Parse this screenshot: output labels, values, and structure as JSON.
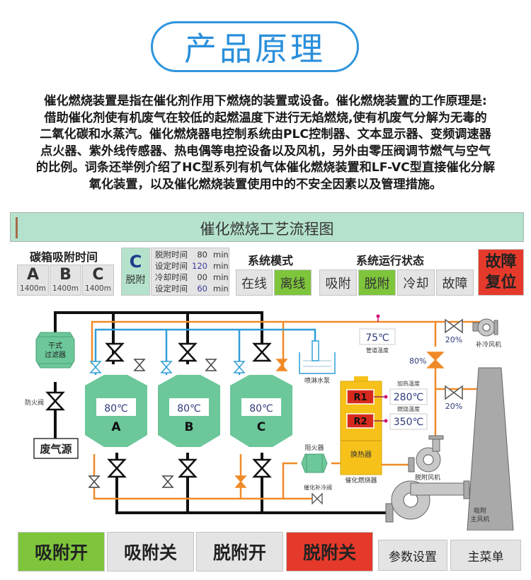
{
  "hero_title": "产品原理",
  "intro_lines": [
    "催化燃烧装置是指在催化剂作用下燃烧的装置或设备。催化燃烧装置的工作原理是:",
    "借助催化剂使有机废气在较低的起燃温度下进行无焰燃烧,使有机废气分解为无毒的",
    "二氧化碳和水蒸汽。催化燃烧器电控制系统由PLC控制器、文本显示器、变频调速器",
    "点火器、紫外线传感器、热电偶等电控设备以及风机，另外由零压阀调节燃气与空气",
    "的比例。词条还举例介绍了HC型系列有机气体催化燃烧装置和LF-VC型直接催化分解",
    "氧化装置，以及催化燃烧装置使用中的不安全因素以及管理措施。"
  ],
  "panel": {
    "title": "催化燃烧工艺流程图",
    "carbon_label": "碳箱吸附时间",
    "carbon_boxes": [
      {
        "name": "A",
        "value": "1400m"
      },
      {
        "name": "B",
        "value": "1400m"
      },
      {
        "name": "C",
        "value": "1400m"
      }
    ],
    "current": {
      "box": "C",
      "state": "脱附"
    },
    "times": [
      {
        "label": "脱附时间",
        "value": "80",
        "unit": "min"
      },
      {
        "label": "设定时间",
        "value": "120",
        "unit": "min"
      },
      {
        "label": "冷却时间",
        "value": "00",
        "unit": "min"
      },
      {
        "label": "设定时间",
        "value": "60",
        "unit": "min"
      }
    ],
    "mode_label": "系统模式",
    "modes": [
      {
        "label": "在线",
        "active": false
      },
      {
        "label": "离线",
        "active": true
      }
    ],
    "status_label": "系统运行状态",
    "statuses": [
      {
        "label": "吸附",
        "active": false
      },
      {
        "label": "脱附",
        "active": true
      },
      {
        "label": "冷却",
        "active": false
      },
      {
        "label": "故障",
        "active": false
      }
    ],
    "fault_reset": [
      "故障",
      "复位"
    ]
  },
  "diagram": {
    "filter_label": [
      "干式",
      "过滤器"
    ],
    "fire_valve_label": "防火阀",
    "source_label": "废气源",
    "tanks": [
      {
        "name": "A",
        "temp": "80℃"
      },
      {
        "name": "B",
        "temp": "80℃"
      },
      {
        "name": "C",
        "temp": "80℃"
      }
    ],
    "spray_pump_label": "喷淋水泵",
    "pipe_temp": "75℃",
    "pipe_temp_label": "管道温度",
    "valve_top_pct": "20%",
    "valve_mid_pct": "80%",
    "valve_low_pct": "20%",
    "cooling_fan_label": "补冷风机",
    "heater_r1": "R1",
    "heater_r2": "R2",
    "heat_temp_label": "加热温度",
    "heat_temp": "280℃",
    "burn_temp_label": "燃烧温度",
    "burn_temp": "350℃",
    "exchanger_label": "换热器",
    "burner_label": "催化燃烧器",
    "flame_arrester_label": "阻火器",
    "catalytic_cool_valve_label": "催化补冷阀",
    "desorb_fan_label": "脱附风机",
    "main_fan_label": [
      "吸附",
      "主风机"
    ]
  },
  "colors": {
    "green_vessel": "#6cc79a",
    "pipe_black": "#111111",
    "pipe_orange": "#f08a28",
    "pipe_blue": "#2f9ed8",
    "active_green": "#7ec53c",
    "alarm_red": "#e53a2b",
    "heater_yellow": "#f6c21a"
  },
  "bottom_buttons": [
    {
      "label": "吸附开",
      "color": "#7ec53c"
    },
    {
      "label": "吸附关",
      "color": "#e4e4e4"
    },
    {
      "label": "脱附开",
      "color": "#e4e4e4"
    },
    {
      "label": "脱附关",
      "color": "#e53a2b"
    }
  ],
  "nav_buttons": [
    {
      "label": "参数设置"
    },
    {
      "label": "主菜单"
    }
  ]
}
